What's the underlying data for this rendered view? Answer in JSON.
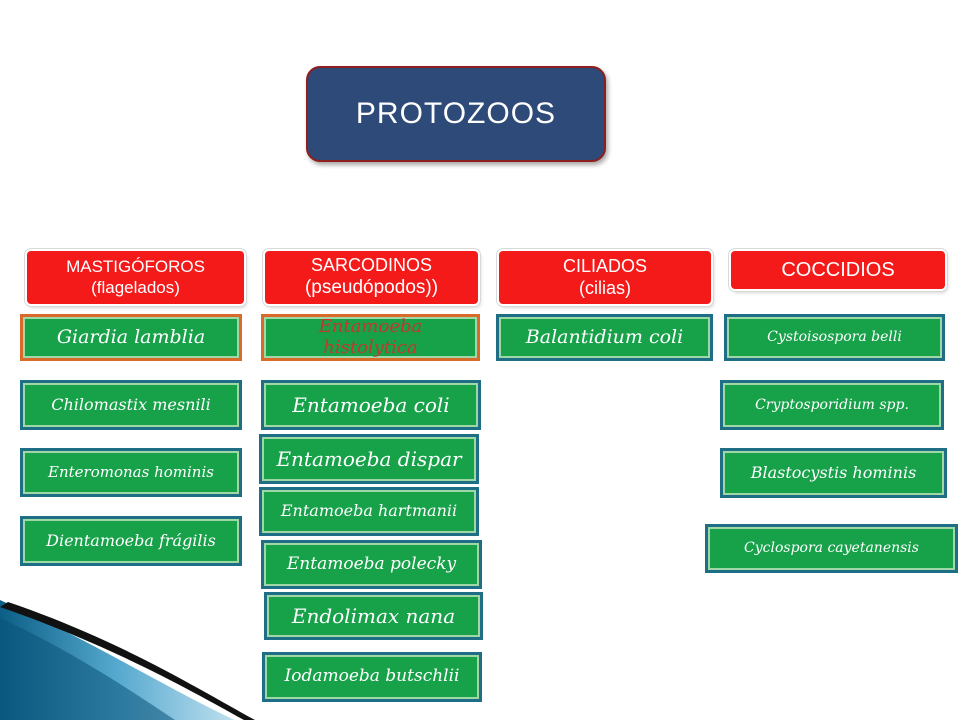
{
  "title": "PROTOZOOS",
  "columns": [
    {
      "header": "MASTIGÓFOROS",
      "subheader": "(flagelados)",
      "items": [
        "Giardia lamblia",
        "Chilomastix mesnili",
        "Enteromonas hominis",
        "Dientamoeba frágilis"
      ]
    },
    {
      "header": "SARCODINOS",
      "subheader": "(pseudópodos))",
      "items": [
        "Entamoeba histolytica",
        "Entamoeba coli",
        "Entamoeba dispar",
        "Entamoeba hartmanii",
        "Entamoeba polecky",
        "Endolimax nana",
        "Iodamoeba butschlii"
      ]
    },
    {
      "header": "CILIADOS",
      "subheader": "(cilias)",
      "items": [
        "Balantidium coli"
      ]
    },
    {
      "header": "COCCIDIOS",
      "subheader": "",
      "items": [
        "Cystoisospora belli",
        "Cryptosporidium spp.",
        "Blastocystis hominis",
        "Cyclospora cayetanensis"
      ]
    }
  ],
  "colors": {
    "title_fill": "#2d4a78",
    "title_border": "#8f1f1f",
    "header_fill": "#f41a1a",
    "item_fill": "#17a24a",
    "item_border": "#1e6f86",
    "highlight_border": "#d86a2a"
  }
}
